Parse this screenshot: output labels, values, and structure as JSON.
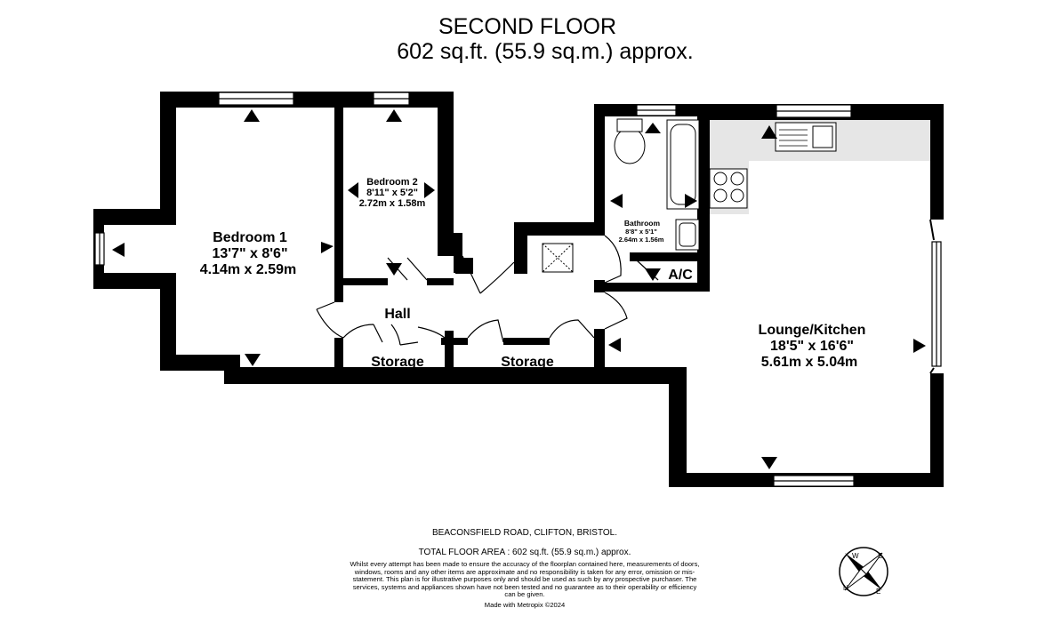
{
  "header": {
    "floor_name": "SECOND FLOOR",
    "area_line": "602 sq.ft. (55.9 sq.m.) approx."
  },
  "rooms": {
    "bedroom1": {
      "name": "Bedroom 1",
      "imperial": "13'7\"  x 8'6\"",
      "metric": "4.14m  x 2.59m"
    },
    "bedroom2": {
      "name": "Bedroom 2",
      "imperial": "8'11\"  x 5'2\"",
      "metric": "2.72m  x 1.58m"
    },
    "bathroom": {
      "name": "Bathroom",
      "imperial": "8'8\"  x 5'1\"",
      "metric": "2.64m  x 1.56m"
    },
    "lounge": {
      "name": "Lounge/Kitchen",
      "imperial": "18'5\"  x 16'6\"",
      "metric": "5.61m  x 5.04m"
    },
    "hall": {
      "name": "Hall"
    },
    "storage1": {
      "name": "Storage"
    },
    "storage2": {
      "name": "Storage"
    },
    "ac": {
      "name": "A/C"
    }
  },
  "footer": {
    "address": "BEACONSFIELD ROAD, CLIFTON, BRISTOL.",
    "total_area": "TOTAL FLOOR AREA : 602 sq.ft. (55.9 sq.m.) approx.",
    "disclaimer": "Whilst every attempt has been made to ensure the accuracy of the floorplan contained here, measurements of doors, windows, rooms and any other items are approximate and no responsibility is taken for any error, omission or mis-statement. This plan is for illustrative purposes only and should be used as such by any prospective purchaser. The services, systems and appliances shown have not been tested and no guarantee as to their operability or efficiency can be given.",
    "credit": "Made with Metropix ©2024"
  },
  "compass": {
    "n": "N",
    "s": "S",
    "e": "E",
    "w": "W"
  },
  "colors": {
    "wall": "#000000",
    "kitchen_counter": "#e6e6e6",
    "background": "#ffffff"
  }
}
